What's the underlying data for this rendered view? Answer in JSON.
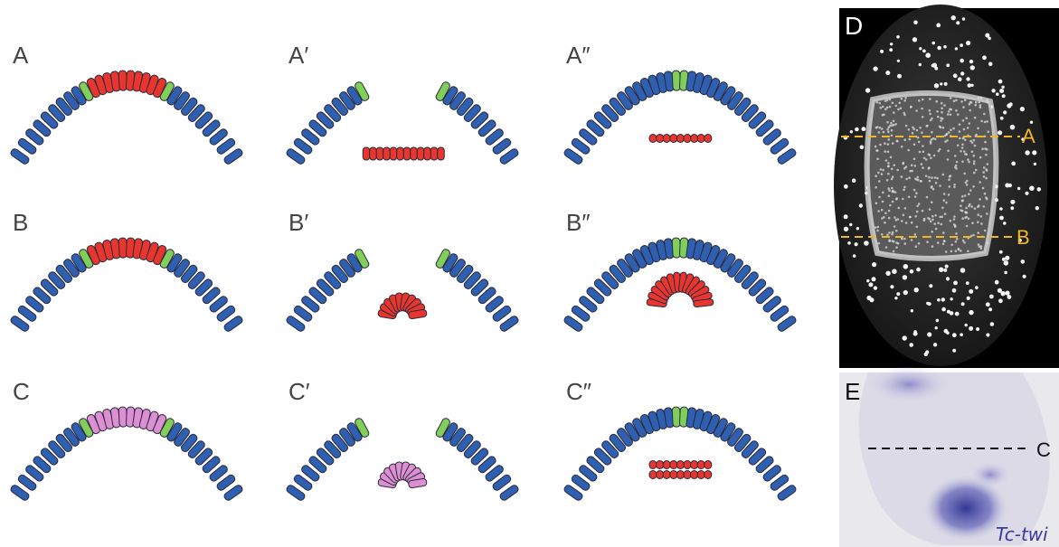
{
  "panels": [
    {
      "label": "A",
      "mode": "flat",
      "central": "red"
    },
    {
      "label": "A′",
      "mode": "flatten",
      "central": "red"
    },
    {
      "label": "A″",
      "mode": "layered",
      "central": "red"
    },
    {
      "label": "B",
      "mode": "flat",
      "central": "red"
    },
    {
      "label": "B′",
      "mode": "bend",
      "central": "red"
    },
    {
      "label": "B″",
      "mode": "tube",
      "central": "red"
    },
    {
      "label": "C",
      "mode": "flat",
      "central": "pink"
    },
    {
      "label": "C′",
      "mode": "bend",
      "central": "pink"
    },
    {
      "label": "C″",
      "mode": "layered",
      "central": "red"
    }
  ],
  "micrograph_d": {
    "label": "D",
    "cut_lines": [
      {
        "label": "A"
      },
      {
        "label": "B"
      }
    ]
  },
  "micrograph_e": {
    "label": "E",
    "cut_lines": [
      {
        "label": "C"
      }
    ],
    "stain_label": "Tc-twi"
  },
  "colors": {
    "ectoderm": "#2f5fb0",
    "mesoderm": "#e8362e",
    "boundary": "#7fcf5a",
    "pink_mesoderm": "#dd8fd3",
    "outline": "#2a2a3a",
    "cut_yellow": "#f2b527",
    "cut_black": "#111111"
  }
}
